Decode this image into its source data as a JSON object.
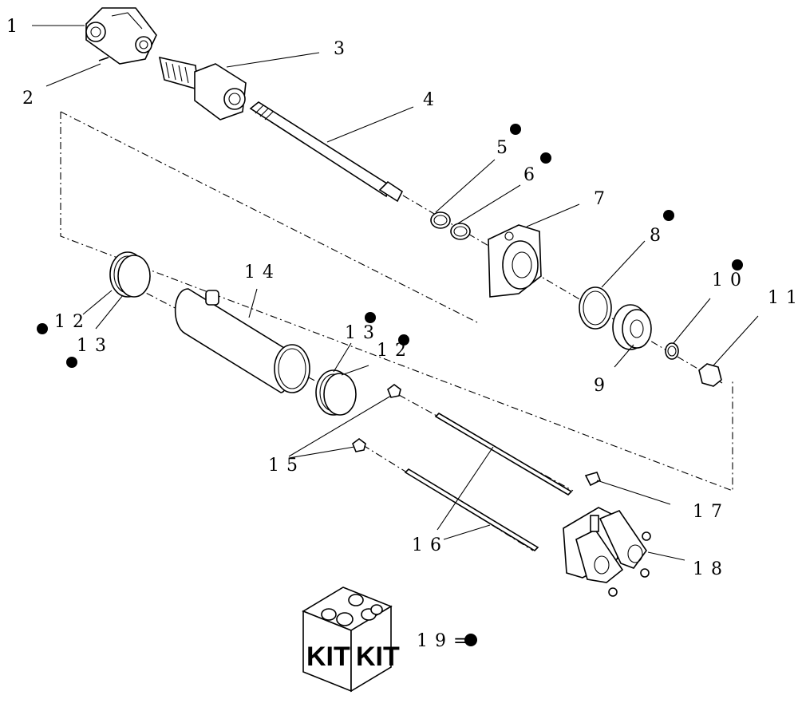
{
  "callouts": {
    "c1": "1",
    "c2": "2",
    "c3": "3",
    "c4": "4",
    "c5": "5",
    "c6": "6",
    "c7": "7",
    "c8": "8",
    "c9": "9",
    "c10": "10",
    "c11": "11",
    "c12a": "12",
    "c13a": "13",
    "c14": "14",
    "c13b": "13",
    "c12b": "12",
    "c15": "15",
    "c16": "16",
    "c17": "17",
    "c18": "18",
    "c19": "19="
  },
  "kit": {
    "label_left": "KIT",
    "label_right": "KIT"
  },
  "icons": {
    "kit_marker": "filled-dot-icon",
    "kit_box": "kit-box-icon"
  }
}
